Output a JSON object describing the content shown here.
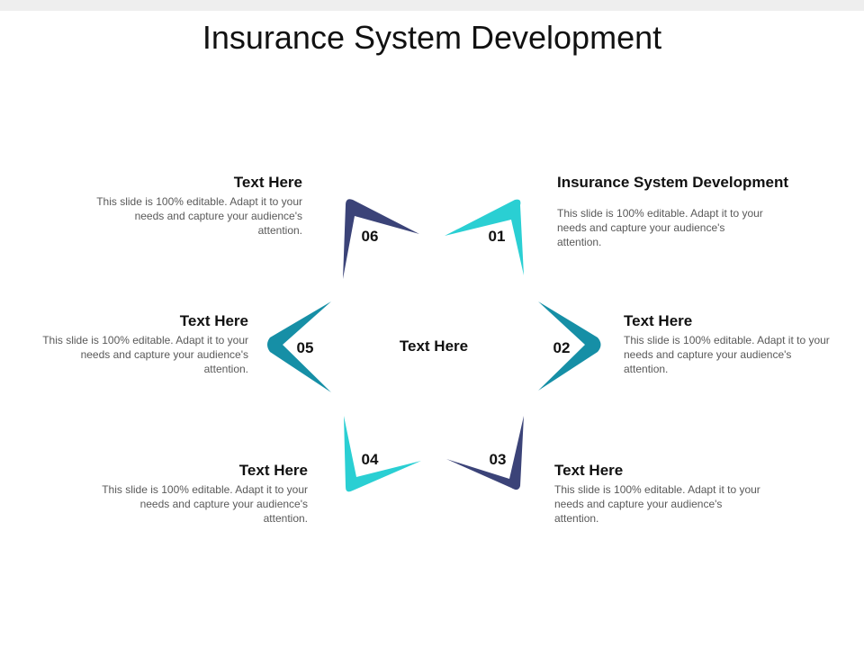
{
  "title": "Insurance System Development",
  "center_label": "Text Here",
  "colors": {
    "navy": "#3B4378",
    "cyan": "#2ACFD3",
    "teal": "#168FA6"
  },
  "steps": [
    {
      "number": "01",
      "heading": "Insurance System Development",
      "body": "This slide is 100% editable. Adapt it to your needs and capture your audience's attention.",
      "color": "#2ACFD3"
    },
    {
      "number": "02",
      "heading": "Text Here",
      "body": "This slide is 100% editable. Adapt it to your needs and capture your audience's attention.",
      "color": "#168FA6"
    },
    {
      "number": "03",
      "heading": "Text Here",
      "body": "This slide is 100% editable. Adapt it to your needs and capture your audience's attention.",
      "color": "#3B4378"
    },
    {
      "number": "04",
      "heading": "Text Here",
      "body": "This slide is 100% editable. Adapt it to your needs and capture your audience's attention.",
      "color": "#2ACFD3"
    },
    {
      "number": "05",
      "heading": "Text Here",
      "body": "This slide is 100% editable. Adapt it to your needs and capture your audience's attention.",
      "color": "#168FA6"
    },
    {
      "number": "06",
      "heading": "Text Here",
      "body": "This slide is 100% editable. Adapt it to your needs and capture your audience's attention.",
      "color": "#3B4378"
    }
  ]
}
